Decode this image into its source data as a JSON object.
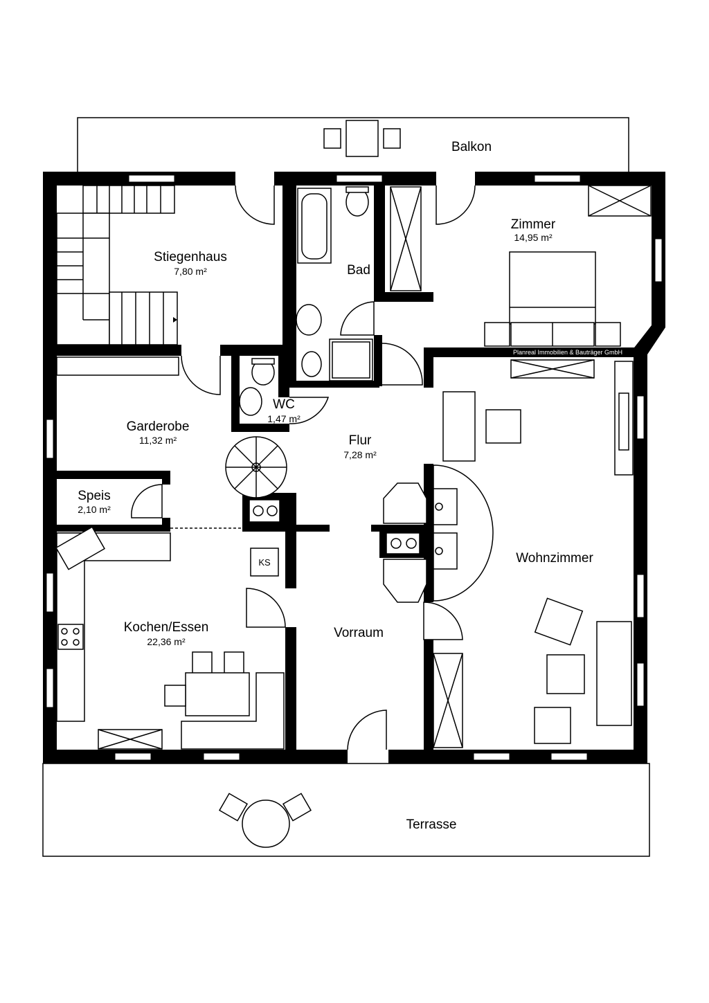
{
  "rooms": {
    "balkon": {
      "name": "Balkon"
    },
    "stiegenhaus": {
      "name": "Stiegenhaus",
      "area": "7,80 m²"
    },
    "bad": {
      "name": "Bad"
    },
    "zimmer": {
      "name": "Zimmer",
      "area": "14,95 m²"
    },
    "garderobe": {
      "name": "Garderobe",
      "area": "11,32 m²"
    },
    "wc": {
      "name": "WC",
      "area": "1,47 m²"
    },
    "flur": {
      "name": "Flur",
      "area": "7,28 m²"
    },
    "speis": {
      "name": "Speis",
      "area": "2,10 m²"
    },
    "wohnzimmer": {
      "name": "Wohnzimmer"
    },
    "kochen": {
      "name": "Kochen/Essen",
      "area": "22,36 m²"
    },
    "vorraum": {
      "name": "Vorraum"
    },
    "terrasse": {
      "name": "Terrasse"
    }
  },
  "fixtures": {
    "ks": "KS"
  },
  "watermark": "Planreal Immobilien & Bauträger GmbH"
}
